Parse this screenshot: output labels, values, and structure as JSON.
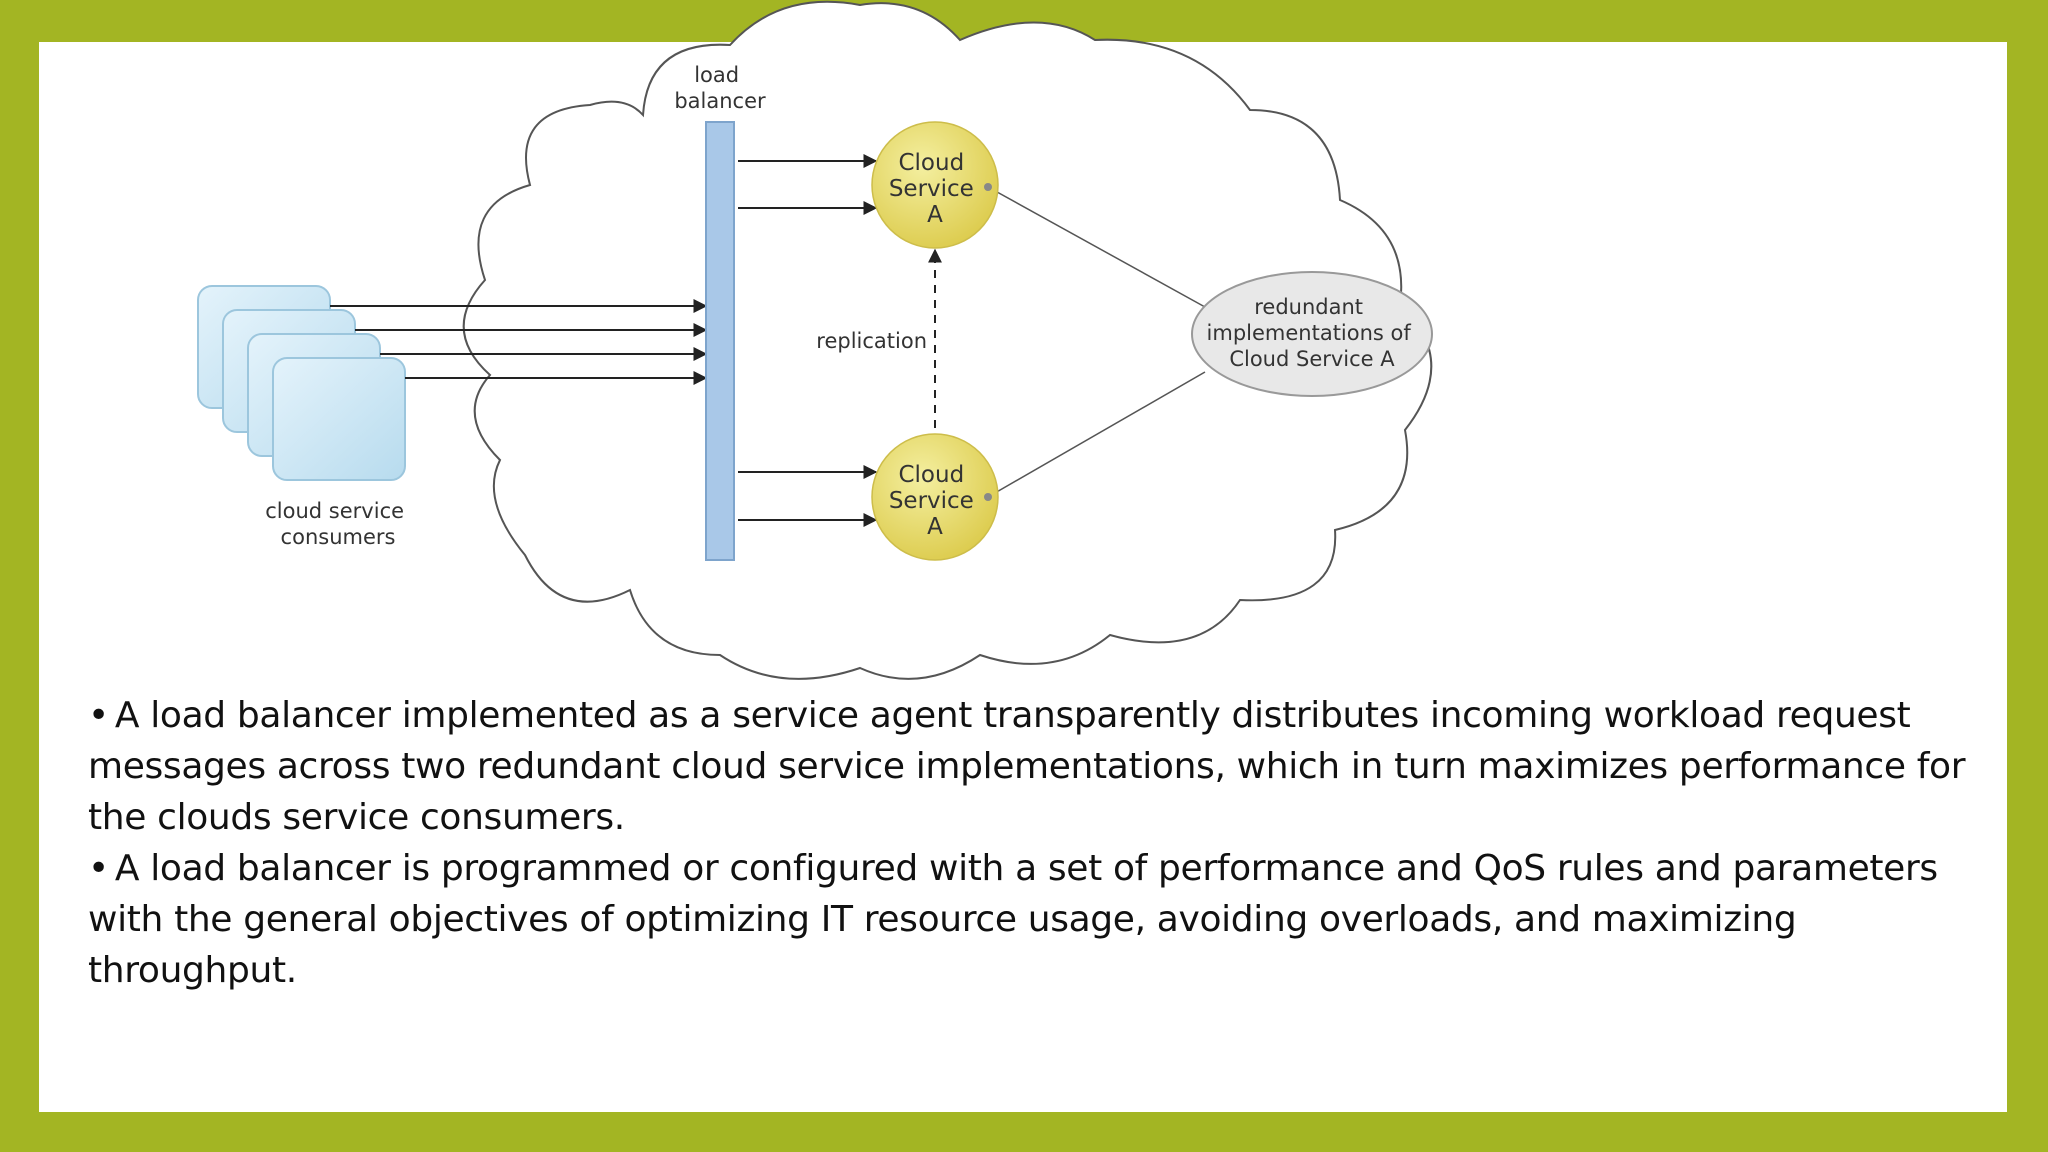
{
  "diagram": {
    "load_balancer_label": [
      "load",
      "balancer"
    ],
    "consumers_label": [
      "cloud service",
      "consumers"
    ],
    "service_top_label": [
      "Cloud",
      "Service",
      "A"
    ],
    "service_bottom_label": [
      "Cloud",
      "Service",
      "A"
    ],
    "replication_label": "replication",
    "redundant_label": [
      "redundant",
      "implementations of",
      "Cloud Service A"
    ]
  },
  "bullets": [
    {
      "marker": "•",
      "lines": [
        "A load balancer implemented as a service agent transparently distributes incoming workload request",
        "messages across two redundant cloud service implementations, which in turn maximizes performance for",
        "the clouds service consumers."
      ]
    },
    {
      "marker": "•",
      "lines": [
        "A load balancer is programmed or configured with a set of performance and QoS rules and parameters",
        "with the general objectives of optimizing IT resource usage, avoiding overloads, and maximizing throughput."
      ]
    }
  ]
}
